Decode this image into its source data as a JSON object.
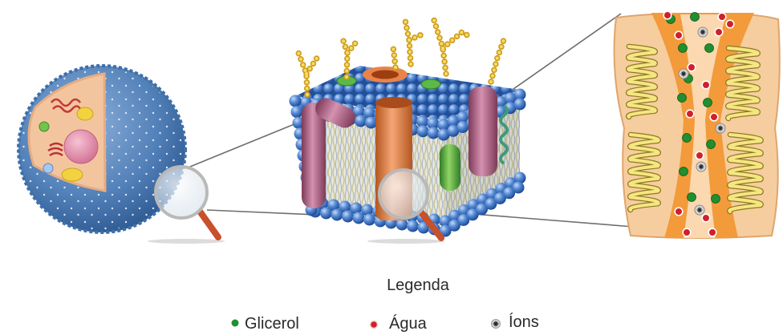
{
  "legend": {
    "title": "Legenda",
    "items": [
      {
        "label": "Glicerol",
        "icon": "glycerol-dot-icon",
        "color": "#1f8f2f"
      },
      {
        "label": "Água",
        "icon": "water-dot-icon",
        "color": "#d0202a"
      },
      {
        "label": "Íons",
        "icon": "ion-dot-icon",
        "color": "#d9d9d9"
      }
    ]
  },
  "colors": {
    "cell": "#4a78b0",
    "lipid_heads": "#3b6fc0",
    "channel": "#f39a3b",
    "magnifier_handle": "#c8502a",
    "glycan_chains": "#e3b82e"
  }
}
